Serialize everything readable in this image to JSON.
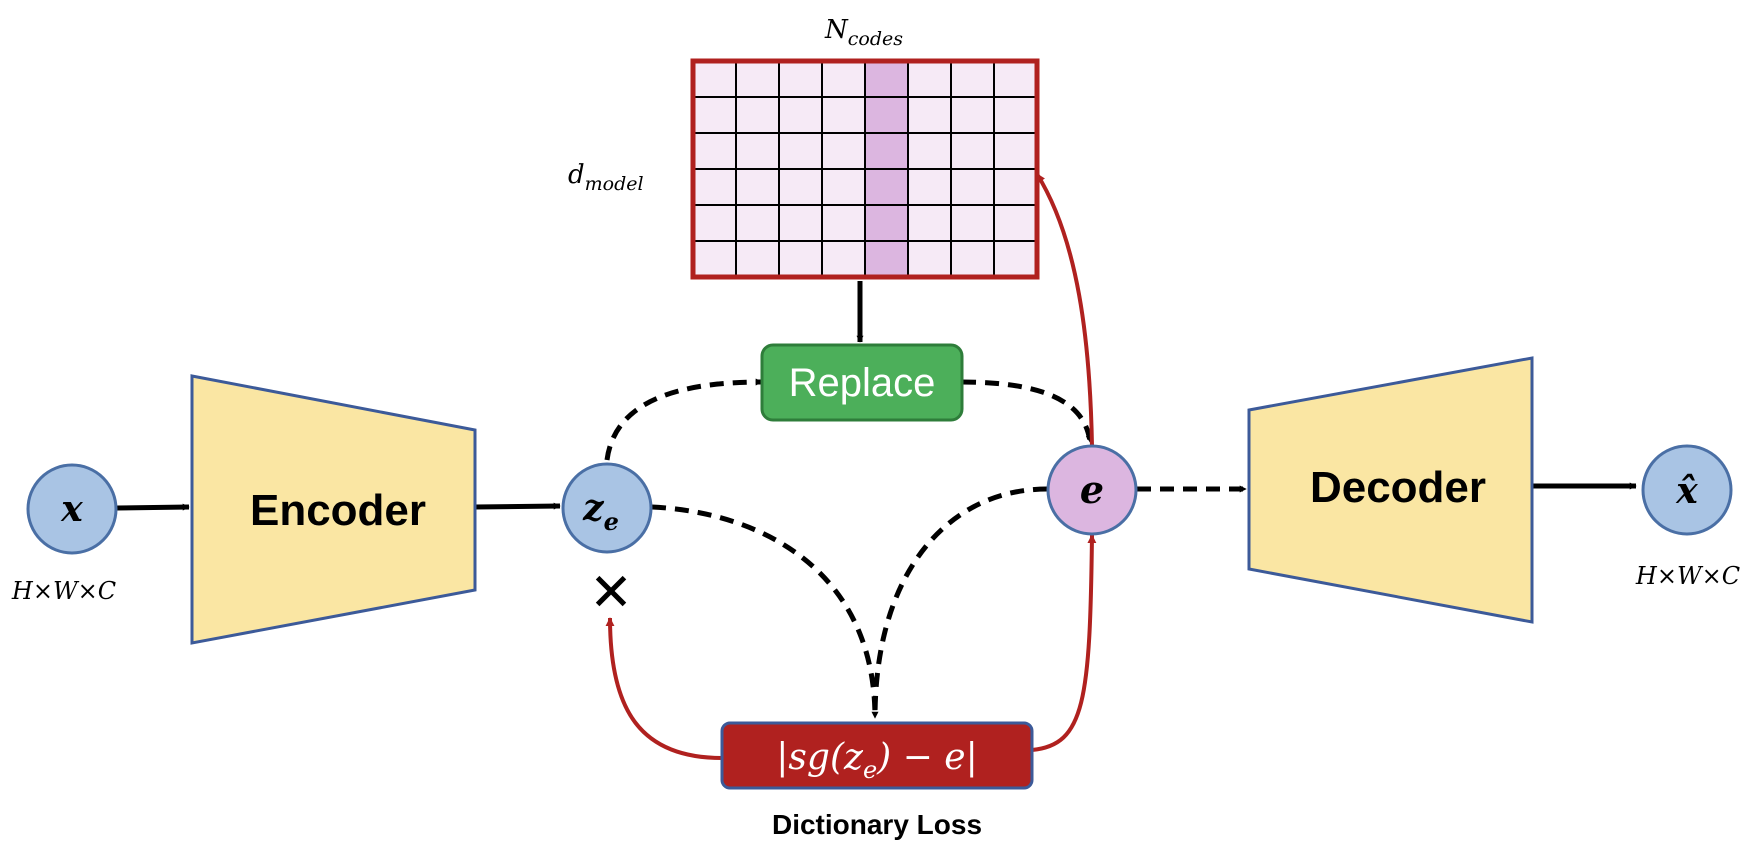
{
  "nodes": {
    "input": {
      "symbol": "x",
      "shape_label": "H×W×C"
    },
    "encoder": {
      "label": "Encoder"
    },
    "latent": {
      "symbol": "z",
      "subscript": "e"
    },
    "codebook": {
      "columns_label": "N",
      "columns_sub": "codes",
      "rows_label": "d",
      "rows_sub": "model",
      "columns": 8,
      "rows": 6,
      "highlight_column": 4
    },
    "replace": {
      "label": "Replace"
    },
    "embedding": {
      "symbol": "e"
    },
    "decoder": {
      "label": "Decoder"
    },
    "output": {
      "symbol": "x̂",
      "shape_label": "H×W×C"
    },
    "loss": {
      "formula_parts": [
        "|sg(z",
        "e",
        ")  − e|"
      ],
      "caption": "Dictionary Loss"
    },
    "stop_gradient_mark": "✕"
  },
  "colors": {
    "circle_fill": "#a9c4e4",
    "circle_stroke": "#4a6fa5",
    "trapezoid_fill": "#fae6a3",
    "trapezoid_stroke": "#3c5a99",
    "codebook_border": "#b0211f",
    "codebook_cell": "#f6eaf6",
    "codebook_highlight": "#dcb6e0",
    "replace_fill": "#4caf5a",
    "replace_stroke": "#2e7d3a",
    "embedding_fill": "#dcb6e0",
    "loss_fill": "#b0211f",
    "loss_stroke": "#3c5a99",
    "gradient_arrow": "#b0211f",
    "black": "#000000"
  }
}
